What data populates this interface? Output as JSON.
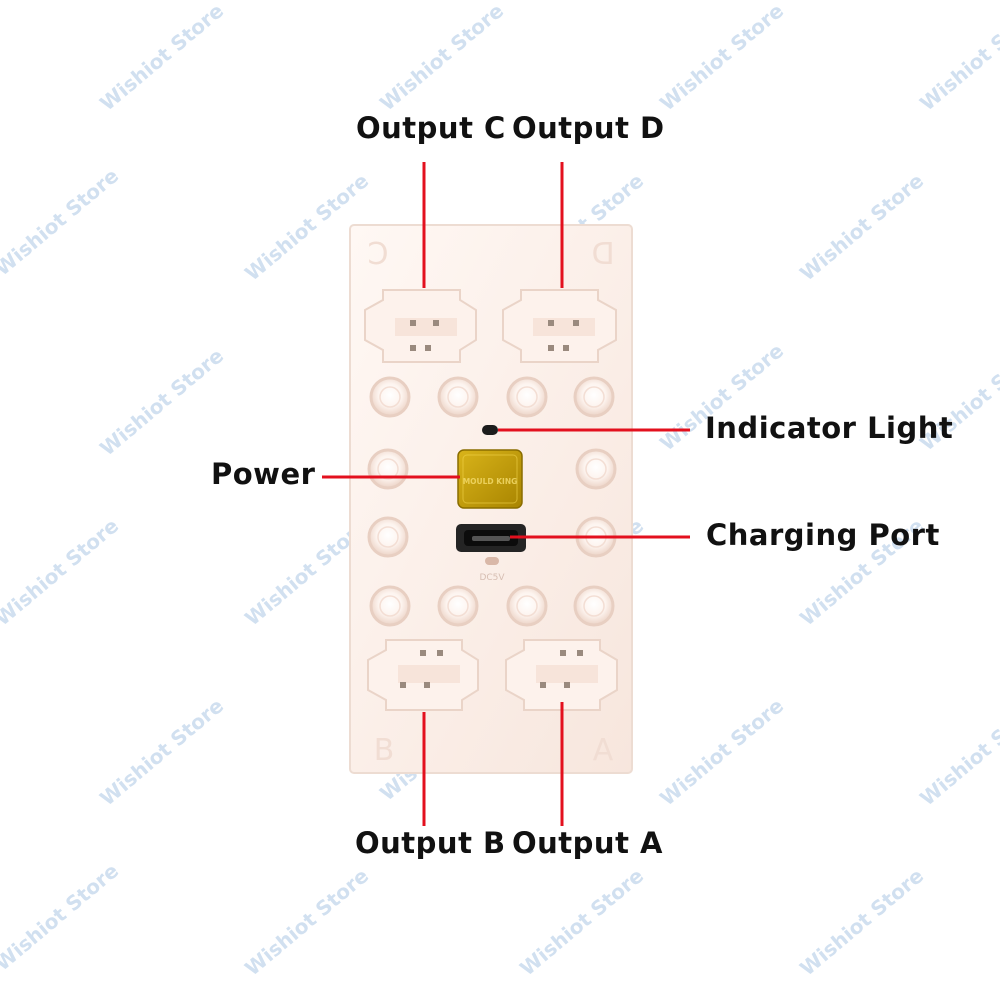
{
  "watermark": "Wishiot Store",
  "colors": {
    "leader_line": "#e3101e",
    "label_text": "#111111",
    "board": "#fbeee8",
    "button": "#c9a100",
    "watermark": "#c9dbee"
  },
  "labels": {
    "output_c": "Output C",
    "output_d": "Output D",
    "output_b": "Output B",
    "output_a": "Output A",
    "indicator_light": "Indicator Light",
    "power": "Power",
    "charging_port": "Charging Port"
  },
  "board_marks": {
    "c": "C",
    "d": "D",
    "b": "B",
    "a": "A",
    "button_text": "MOULD KING",
    "voltage": "DC5V"
  }
}
